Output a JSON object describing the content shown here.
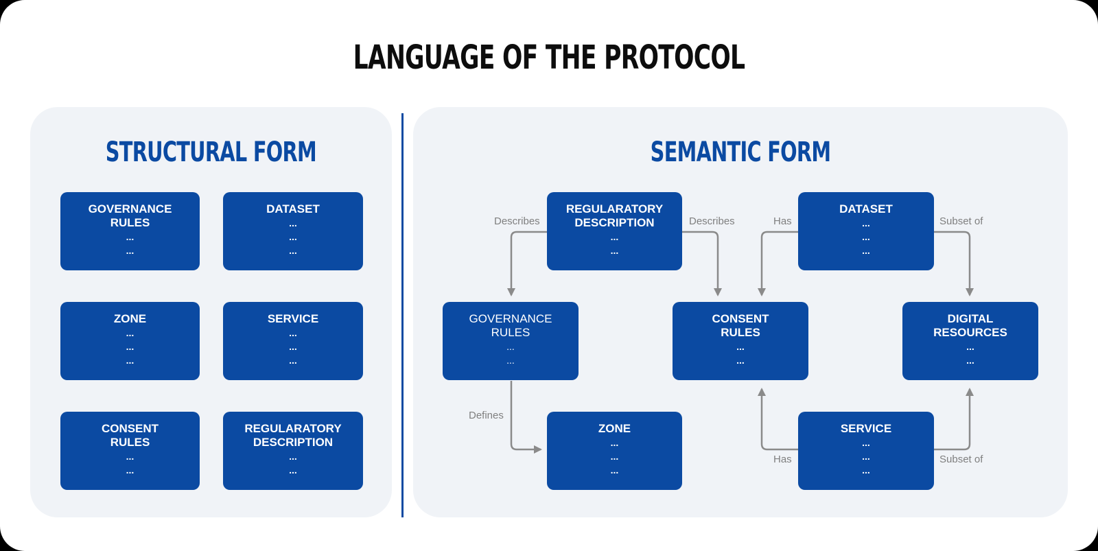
{
  "title": "LANGUAGE OF THE PROTOCOL",
  "structural": {
    "title": "STRUCTURAL FORM",
    "boxes": [
      {
        "label": "GOVERNANCE\nRULES",
        "dots": [
          "...",
          "..."
        ]
      },
      {
        "label": "DATASET",
        "dots": [
          "...",
          "...",
          "..."
        ]
      },
      {
        "label": "ZONE",
        "dots": [
          "...",
          "...",
          "..."
        ]
      },
      {
        "label": "SERVICE",
        "dots": [
          "...",
          "...",
          "..."
        ]
      },
      {
        "label": "CONSENT\nRULES",
        "dots": [
          "...",
          "..."
        ]
      },
      {
        "label": "REGULARATORY\nDESCRIPTION",
        "dots": [
          "...",
          "..."
        ]
      }
    ]
  },
  "semantic": {
    "title": "SEMANTIC FORM",
    "nodes": {
      "regulatory": {
        "label": "REGULARATORY\nDESCRIPTION",
        "dots": [
          "...",
          "..."
        ]
      },
      "dataset": {
        "label": "DATASET",
        "dots": [
          "...",
          "...",
          "..."
        ]
      },
      "governance": {
        "label": "GOVERNANCE\nRULES",
        "dots": [
          "...",
          "..."
        ]
      },
      "consent": {
        "label": "CONSENT\nRULES",
        "dots": [
          "...",
          "..."
        ]
      },
      "digital": {
        "label": "DIGITAL\nRESOURCES",
        "dots": [
          "...",
          "..."
        ]
      },
      "zone": {
        "label": "ZONE",
        "dots": [
          "...",
          "...",
          "..."
        ]
      },
      "service": {
        "label": "SERVICE",
        "dots": [
          "...",
          "...",
          "..."
        ]
      }
    },
    "edges": [
      {
        "from": "regulatory",
        "to": "governance",
        "label": "Describes"
      },
      {
        "from": "regulatory",
        "to": "consent",
        "label": "Describes"
      },
      {
        "from": "dataset",
        "to": "consent",
        "label": "Has"
      },
      {
        "from": "dataset",
        "to": "digital",
        "label": "Subset of"
      },
      {
        "from": "governance",
        "to": "zone",
        "label": "Defines"
      },
      {
        "from": "service",
        "to": "consent",
        "label": "Has"
      },
      {
        "from": "service",
        "to": "digital",
        "label": "Subset of"
      }
    ]
  },
  "colors": {
    "box": "#0b4aa2",
    "panel": "#f0f3f7",
    "arrow": "#8a8a8a",
    "edge_label": "#7f7f7f"
  }
}
